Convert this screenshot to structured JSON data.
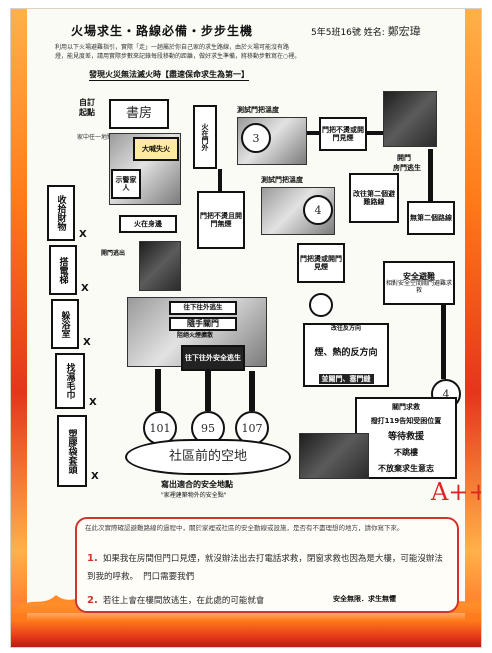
{
  "header": {
    "title": "火場求生・路線必備・步步生機",
    "class_info": "5年5班16號 姓名:",
    "student_name_handwritten": "鄭宏瑋"
  },
  "intro": {
    "line1": "利用以下火場避難指引，實際「走」一趟屬於你自己家的求生路線，由於火場可能沒有路",
    "line2": "燈，能見度差，請用實際步數來記錄每段移動的距離，做好求生準備，將移動步數寫在○裡。"
  },
  "headline": "發現火災無法滅火時【盡速保命求生為第一】",
  "flow": {
    "origin_label_1": "自訂",
    "origin_label_2": "起點",
    "origin_hint": "家中任一地點",
    "origin_value": "書房",
    "alarm_1": "大喊失火",
    "alarm_2": "示警家人",
    "fire_outside": "火在門外",
    "test_door_1": "測試門把溫度",
    "step_1": "3",
    "door_cool": "門把不燙或開門見煙",
    "door_label": "開門",
    "house_exit": "房門逃生",
    "test_door_2": "測試門把溫度",
    "step_2": "4",
    "change_route": "改往第二個避難路線",
    "no_second_route": "無第二個路線",
    "door_hot": "門把不燙且開門無煙",
    "fire_on_body": "火在身邊",
    "door_open_escape": "開門逃出",
    "door_hot_smoke": "門把燙或開門見煙",
    "safe_refuge_title": "安全避難",
    "safe_refuge_desc": "相對安全空間關門避難求救",
    "step_3": "4",
    "step_4": "",
    "panel_escape_1": "往下往外逃生",
    "panel_escape_2": "隨手關門",
    "panel_escape_3": "阻絕火煙擴散",
    "panel_escape_4": "往下往外安全逃生",
    "change_to_1": "改往反方向",
    "change_to_2": "煙、熱的反方向",
    "change_to_3": "並關門、塞門縫",
    "close_door_call": "關門求救",
    "call_119": "撥打119告知受困位置",
    "wait_rescue": "等待救援",
    "no_jump": "不跳樓",
    "no_give_up": "不放棄求生意志",
    "count_a": "101",
    "count_b": "95",
    "count_c": "107",
    "assembly_handwritten": "社區前的空地",
    "assembly_title": "寫出適合的安全地點",
    "assembly_sub": "\"家裡建築物外的安全點\"",
    "grade": "A++"
  },
  "left_donts": [
    {
      "label": "收拾財物"
    },
    {
      "label": "搭電梯"
    },
    {
      "label": "躲浴室"
    },
    {
      "label": "找濕毛巾"
    },
    {
      "label": "塑膠袋套頭"
    }
  ],
  "reflection": {
    "question": "在此次實際確認避難路線的過程中，關於家裡或社區的安全動線或設施，是否有不盡理想的地方，請你寫下來。",
    "answer1_num": "1.",
    "answer1": "如果我在房間但門口見煙，就沒辦法出去打電話求救，閉窗求救也因為是大樓，可能沒辦法到我的呼救。",
    "answer1_tail": "門口需要我們",
    "answer2_num": "2.",
    "answer2": "若往上會在樓間放逃生，在此處的可能就會",
    "slogan": "安全無限．求生無懼"
  },
  "colors": {
    "flame_orange": "#ff7a1a",
    "flame_red": "#e3361b",
    "note_border": "#d2342a",
    "grade_red": "#e02424"
  }
}
